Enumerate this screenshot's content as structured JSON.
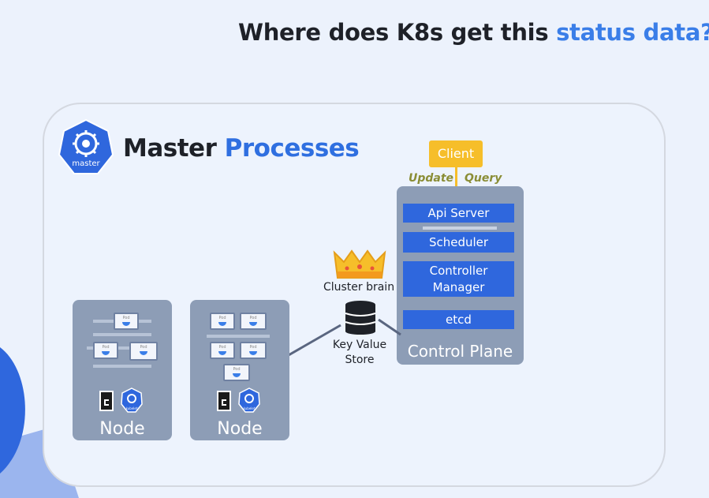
{
  "slide": {
    "title_prefix": "Where does K8s get this ",
    "title_highlight": "status data?"
  },
  "master": {
    "title_prefix": "Master ",
    "title_highlight": "Processes",
    "icon_label": "master"
  },
  "client": {
    "label": "Client",
    "update_label": "Update",
    "query_label": "Query"
  },
  "control_plane": {
    "label": "Control Plane",
    "components": [
      "Api Server",
      "Scheduler",
      "Controller Manager",
      "etcd"
    ]
  },
  "etcd_store": {
    "crown_label": "Cluster brain",
    "store_label_line1": "Key Value",
    "store_label_line2": "Store"
  },
  "nodes": [
    {
      "label": "Node",
      "pod_label": "Pod",
      "kube_label": "kubelet"
    },
    {
      "label": "Node",
      "pod_label": "Pod",
      "kube_label": "kubelet"
    }
  ],
  "colors": {
    "accent_blue": "#3a7ee8",
    "component_blue": "#2f67dd",
    "panel_gray": "#8d9db6",
    "client_yellow": "#f6be2a",
    "flow_label": "#8a8d35"
  }
}
